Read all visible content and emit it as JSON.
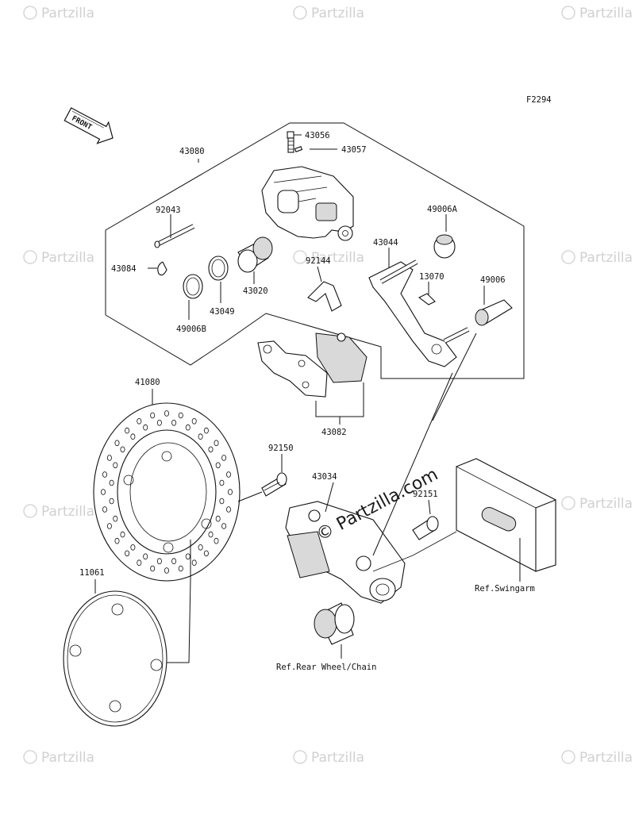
{
  "figure_code": "F2294",
  "front_label": "FRONT",
  "center_watermark": "© Partzilla.com",
  "watermark_text": "Partzilla",
  "parts": [
    {
      "number": "43056"
    },
    {
      "number": "43057"
    },
    {
      "number": "43080"
    },
    {
      "number": "92043"
    },
    {
      "number": "49006A"
    },
    {
      "number": "43044"
    },
    {
      "number": "43084"
    },
    {
      "number": "92144"
    },
    {
      "number": "13070"
    },
    {
      "number": "49006"
    },
    {
      "number": "43020"
    },
    {
      "number": "43049"
    },
    {
      "number": "49006B"
    },
    {
      "number": "43082"
    },
    {
      "number": "41080"
    },
    {
      "number": "92150"
    },
    {
      "number": "43034"
    },
    {
      "number": "92151"
    },
    {
      "number": "11061"
    }
  ],
  "references": {
    "swingarm": "Ref.Swingarm",
    "rear_wheel": "Ref.Rear Wheel/Chain"
  }
}
